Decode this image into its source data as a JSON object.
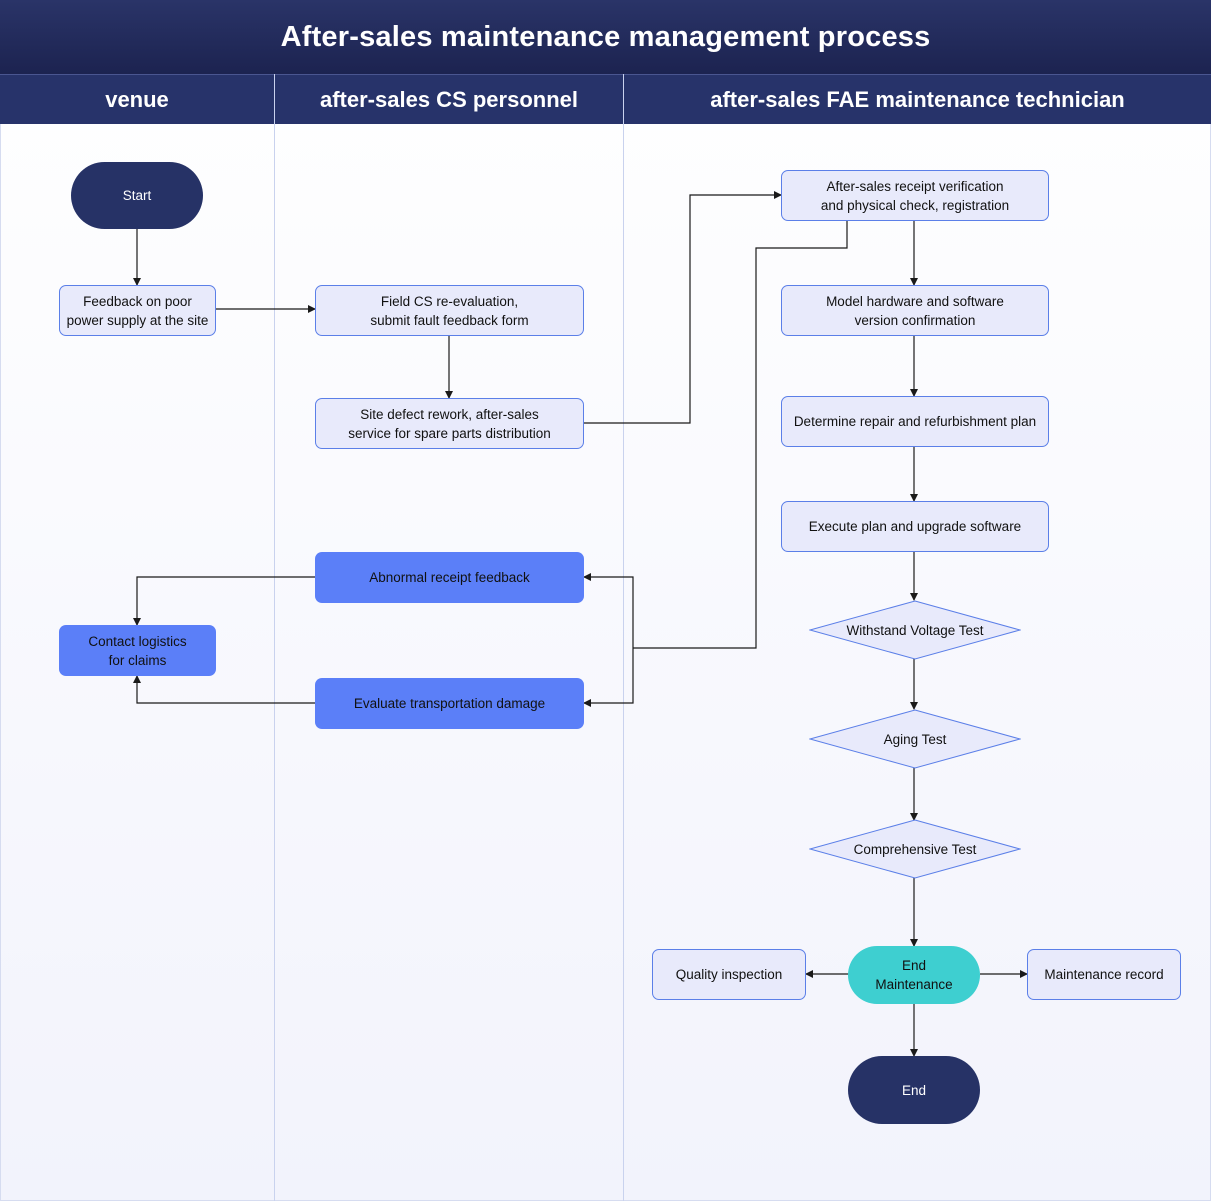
{
  "title": "After-sales maintenance management process",
  "lanes": [
    {
      "label": "venue"
    },
    {
      "label": "after-sales CS personnel"
    },
    {
      "label": "after-sales FAE maintenance technician"
    }
  ],
  "colors": {
    "header_bg": "#27336a",
    "terminal": "#263266",
    "process_fill": "#e8eafb",
    "process_border": "#5b7fe8",
    "highlight_blue": "#5b7ff8",
    "end_maintenance": "#3ecfd0"
  },
  "nodes": {
    "start": "Start",
    "feedback_poor_power": "Feedback on poor\npower supply at the site",
    "field_cs_reevaluation": "Field CS re-evaluation,\nsubmit fault feedback form",
    "site_defect_rework": "Site defect rework, after-sales\nservice for spare parts distribution",
    "receipt_verification": "After-sales receipt verification\nand physical check, registration",
    "version_confirmation": "Model hardware and software\nversion confirmation",
    "repair_plan": "Determine repair and refurbishment plan",
    "execute_plan": "Execute plan and upgrade software",
    "withstand_voltage_test": "Withstand Voltage Test",
    "aging_test": "Aging Test",
    "comprehensive_test": "Comprehensive Test",
    "end_maintenance": "End\nMaintenance",
    "quality_inspection": "Quality inspection",
    "maintenance_record": "Maintenance record",
    "end": "End",
    "abnormal_receipt_feedback": "Abnormal receipt feedback",
    "evaluate_transport_damage": "Evaluate transportation damage",
    "contact_logistics": "Contact logistics\nfor claims"
  }
}
